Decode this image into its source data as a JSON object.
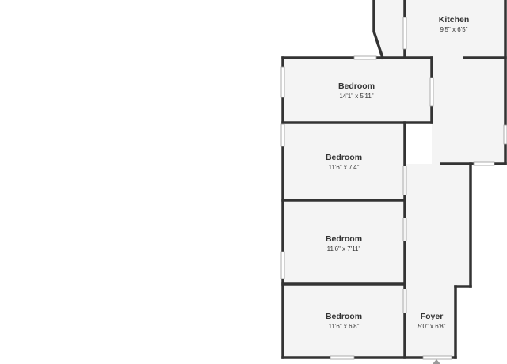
{
  "colors": {
    "wall": "#333333",
    "floor": "#f4f4f4",
    "window": "#ffffff",
    "window_edge": "#9a9a9a",
    "background": "#ffffff"
  },
  "rooms": [
    {
      "id": "kitchen",
      "name": "Kitchen",
      "dims": "9'5\" x 6'5\""
    },
    {
      "id": "bedroom-1",
      "name": "Bedroom",
      "dims": "14'1\" x 5'11\""
    },
    {
      "id": "bedroom-2",
      "name": "Bedroom",
      "dims": "11'6\" x 7'4\""
    },
    {
      "id": "bedroom-3",
      "name": "Bedroom",
      "dims": "11'6\" x 7'11\""
    },
    {
      "id": "bedroom-4",
      "name": "Bedroom",
      "dims": "11'6\" x 6'8\""
    },
    {
      "id": "foyer",
      "name": "Foyer",
      "dims": "5'0\" x 6'8\""
    }
  ],
  "icons": {
    "entry": "entry-arrow-icon"
  }
}
